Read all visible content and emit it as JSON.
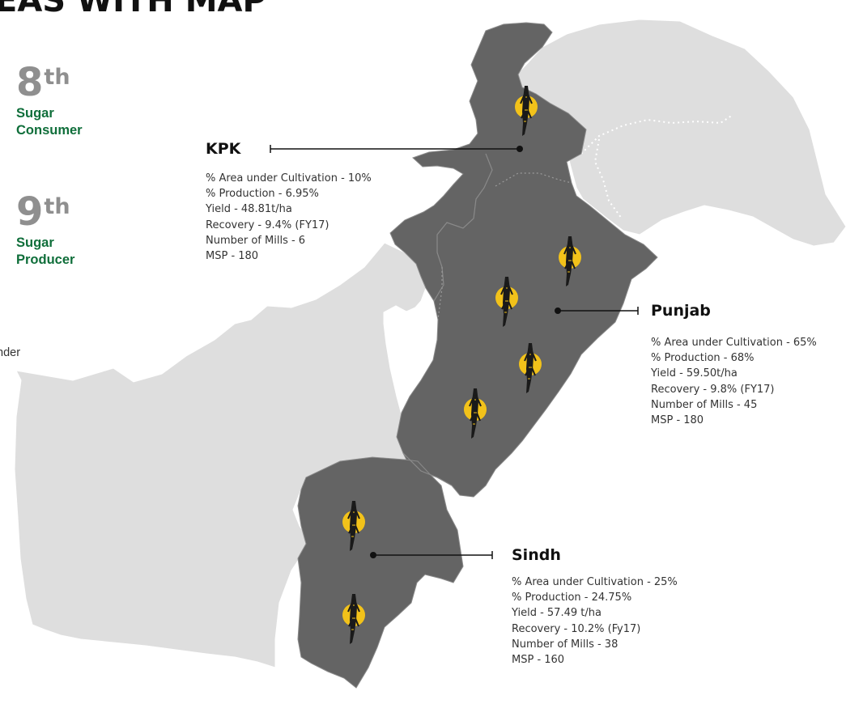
{
  "title": "EAS WITH MAP",
  "rankings": [
    {
      "rank": "8",
      "suffix": "th",
      "label_line1": "Sugar",
      "label_line2": "Consumer"
    },
    {
      "rank": "9",
      "suffix": "th",
      "label_line1": "Sugar",
      "label_line2": "Producer"
    }
  ],
  "left_clipped_text": "nder",
  "regions": {
    "kpk": {
      "name": "KPK",
      "stats": [
        "% Area under Cultivation - 10%",
        "% Production - 6.95%",
        "Yield - 48.81t/ha",
        "Recovery - 9.4% (FY17)",
        "Number of Mills - 6",
        "MSP - 180"
      ]
    },
    "punjab": {
      "name": "Punjab",
      "stats": [
        "% Area under Cultivation - 65%",
        "% Production - 68%",
        "Yield - 59.50t/ha",
        "Recovery - 9.8% (FY17)",
        "Number of Mills - 45",
        "MSP - 180"
      ]
    },
    "sindh": {
      "name": "Sindh",
      "stats": [
        "% Area under Cultivation - 25%",
        "% Production - 24.75%",
        "Yield - 57.49 t/ha",
        "Recovery - 10.2% (Fy17)",
        "Number of Mills - 38",
        "MSP - 160"
      ]
    }
  },
  "colors": {
    "highlighted_region": "#646464",
    "other_region": "#dedede",
    "border": "#8a8a8a",
    "marker_circle": "#f2c21a",
    "rank_number": "#8f8f8f",
    "rank_label": "#0f6e3a"
  },
  "icons": {
    "mill_marker": "sugarcane-icon"
  }
}
